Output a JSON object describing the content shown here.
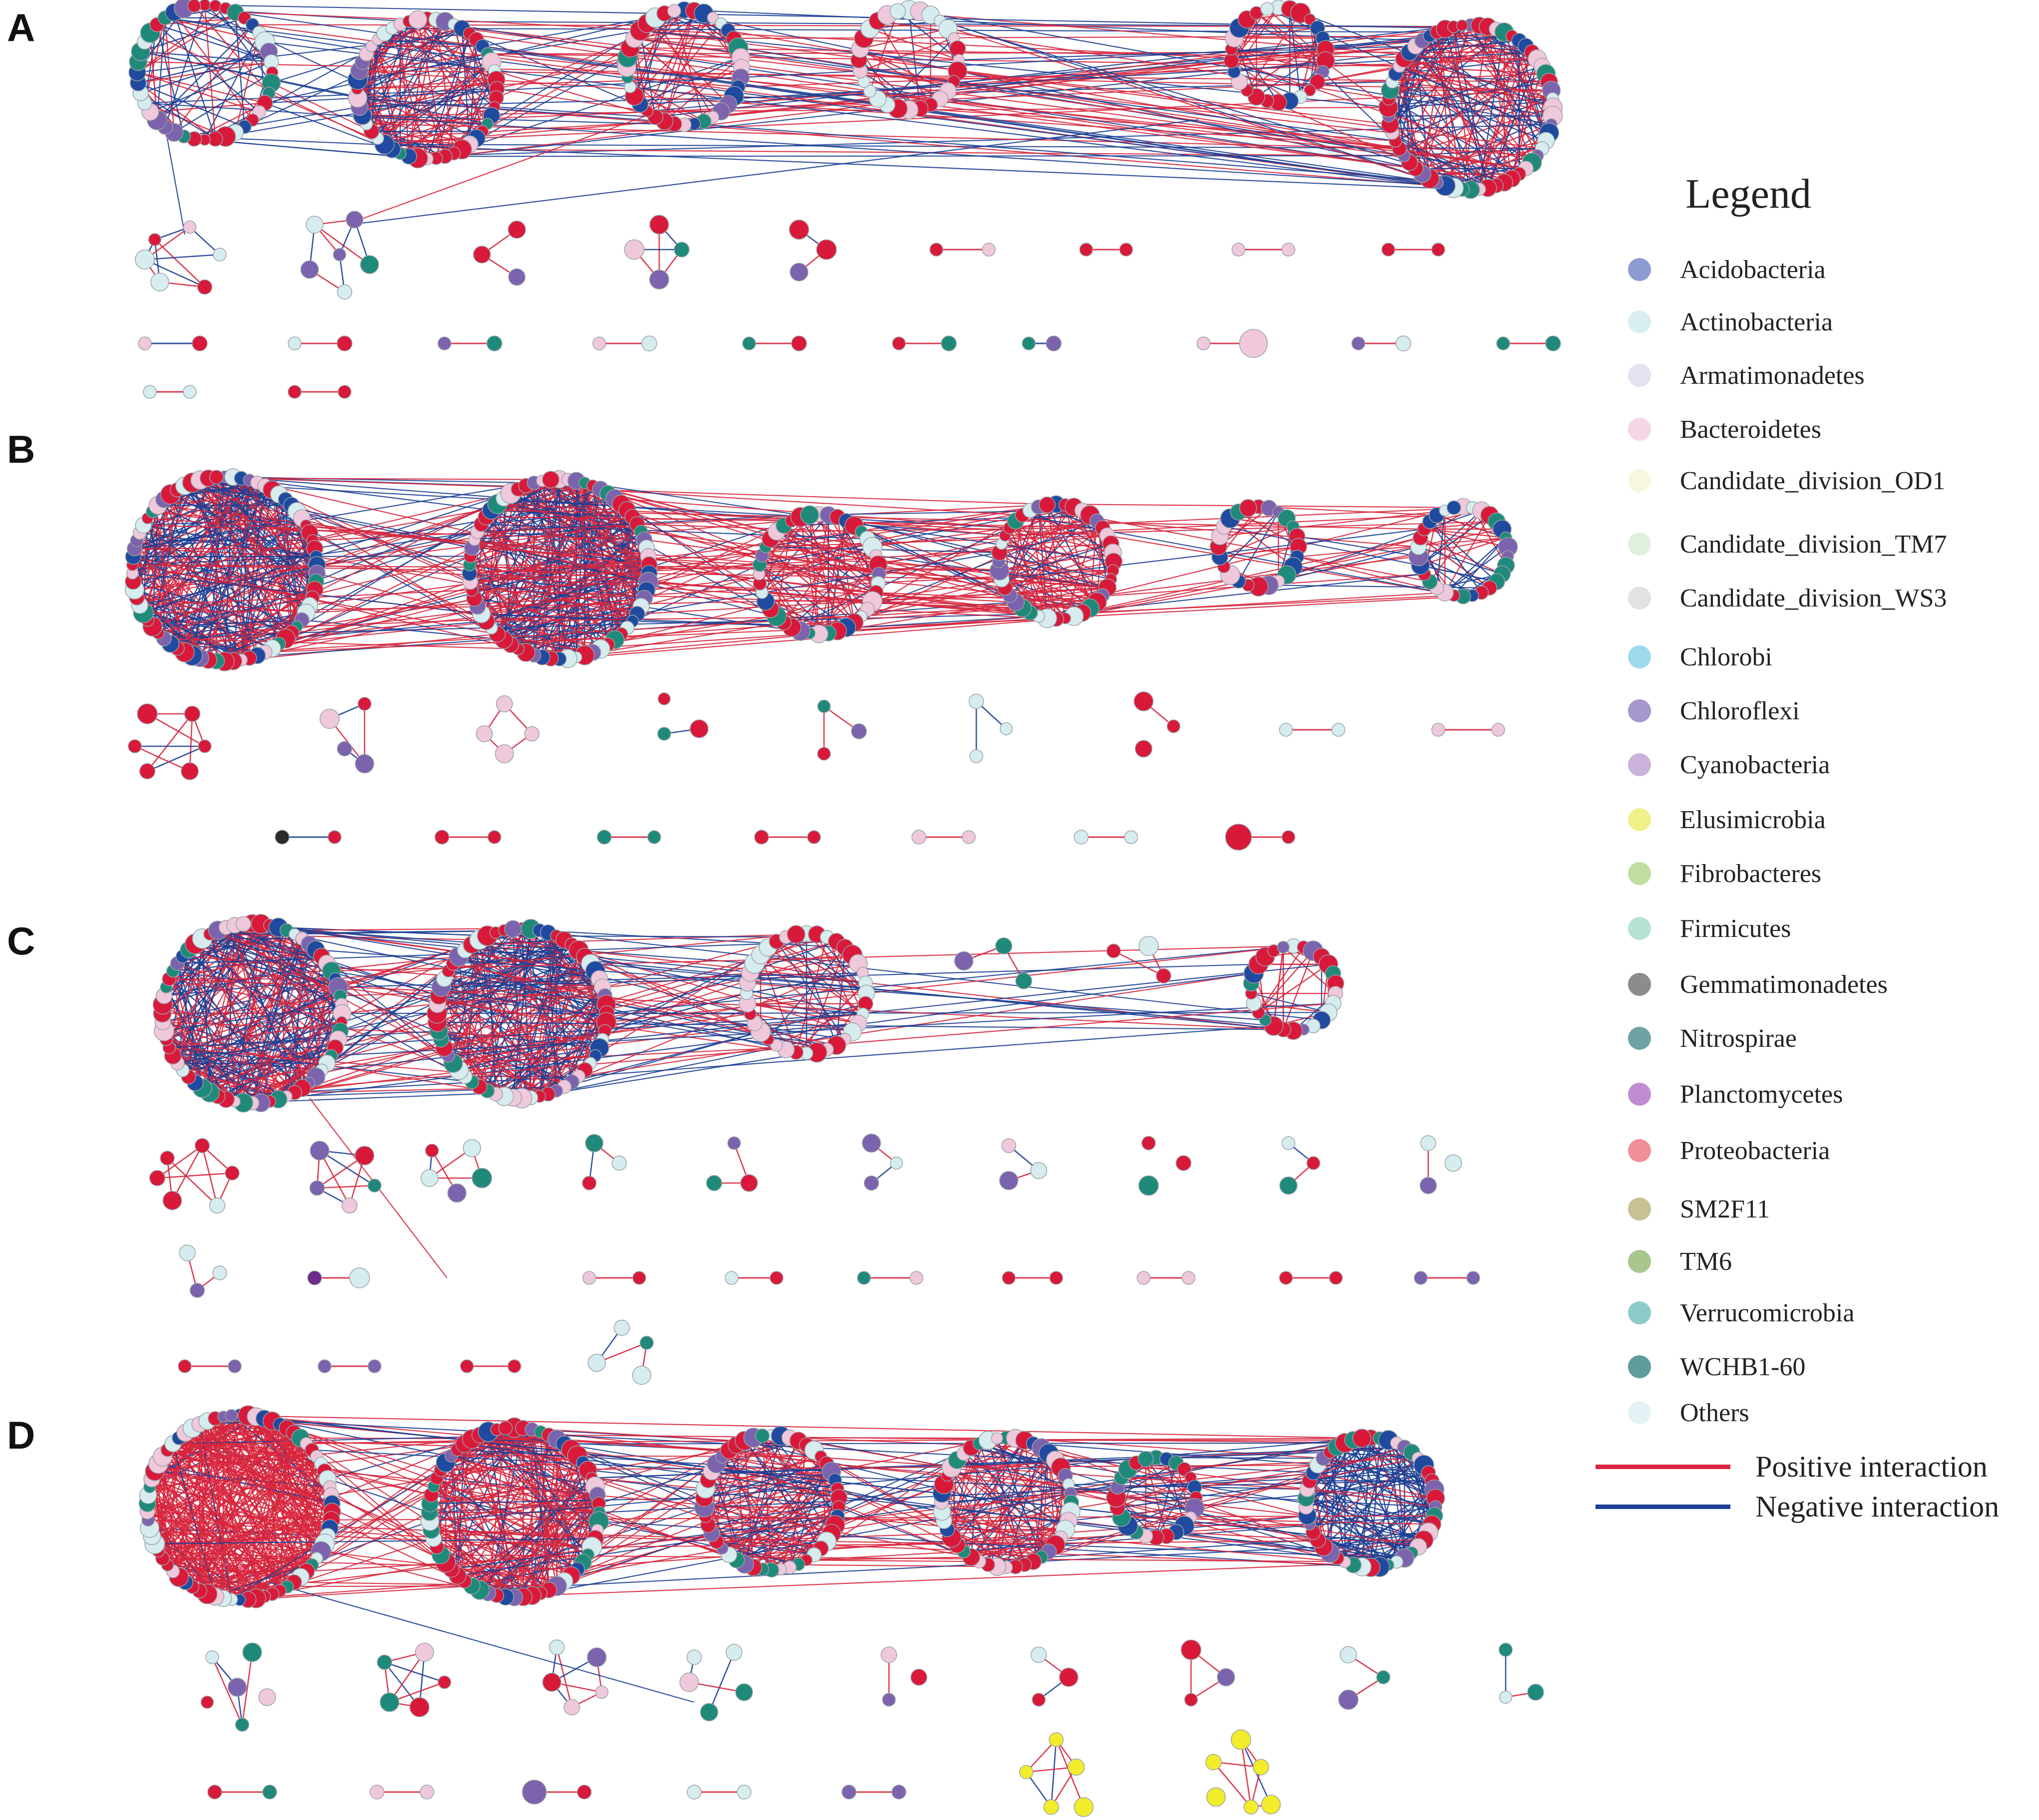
{
  "panels": [
    {
      "id": "A",
      "label": "A"
    },
    {
      "id": "B",
      "label": "B"
    },
    {
      "id": "C",
      "label": "C"
    },
    {
      "id": "D",
      "label": "D"
    }
  ],
  "legend": {
    "title": "Legend",
    "items": [
      {
        "label": "Acidobacteria",
        "color": "#8c9bd0"
      },
      {
        "label": "Actinobacteria",
        "color": "#d9eef0"
      },
      {
        "label": "Armatimonadetes",
        "color": "#e4e1f0"
      },
      {
        "label": "Bacteroidetes",
        "color": "#f5d6e4"
      },
      {
        "label": "Candidate_division_OD1",
        "color": "#f7f6e0"
      },
      {
        "label": "Candidate_division_TM7",
        "color": "#e1efdf"
      },
      {
        "label": "Candidate_division_WS3",
        "color": "#e2e2e2"
      },
      {
        "label": "Chlorobi",
        "color": "#9ed9ee"
      },
      {
        "label": "Chloroflexi",
        "color": "#a697cc"
      },
      {
        "label": "Cyanobacteria",
        "color": "#cbb2db"
      },
      {
        "label": "Elusimicrobia",
        "color": "#f0f08a"
      },
      {
        "label": "Fibrobacteres",
        "color": "#c1de9f"
      },
      {
        "label": "Firmicutes",
        "color": "#b7e3d4"
      },
      {
        "label": "Gemmatimonadetes",
        "color": "#8c8c8c"
      },
      {
        "label": "Nitrospirae",
        "color": "#6fa3a3"
      },
      {
        "label": "Planctomycetes",
        "color": "#c18cd1"
      },
      {
        "label": "Proteobacteria",
        "color": "#ef8f9a"
      },
      {
        "label": "SM2F11",
        "color": "#c7c196"
      },
      {
        "label": "TM6",
        "color": "#a9c68f"
      },
      {
        "label": "Verrucomicrobia",
        "color": "#8ccbc8"
      },
      {
        "label": "WCHB1-60",
        "color": "#5f9c9c"
      },
      {
        "label": "Others",
        "color": "#e3f2f4"
      }
    ],
    "interactions": [
      {
        "label": "Positive interaction",
        "color": "#d7263d"
      },
      {
        "label": "Negative interaction",
        "color": "#1c3f94"
      }
    ]
  },
  "node_colors": {
    "proteobacteria": "#d9193a",
    "actinobacteria": "#d6ecef",
    "bacteroidetes": "#efc8dc",
    "acidobacteria": "#1f4aa0",
    "chloroflexi": "#7c63ad",
    "planctomycetes": "#6e2b8c",
    "nitrospirae": "#1f8a7a",
    "gemmatimonadetes": "#2b2b2b",
    "elusimicrobia": "#f2ec2a",
    "firmicutes": "#9fd9c5",
    "verrucomicrobia": "#3fa88f"
  },
  "edge_colors": {
    "positive": "#d7263d",
    "negative": "#1c3f94"
  }
}
